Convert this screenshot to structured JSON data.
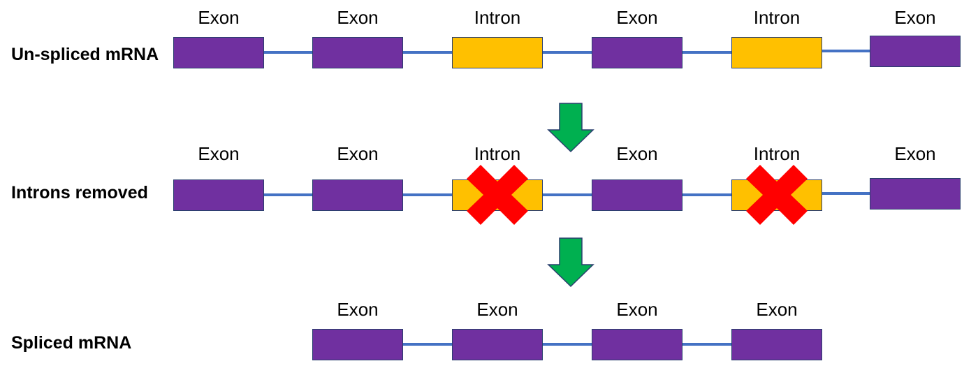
{
  "colors": {
    "exon": "#7030a0",
    "intron": "#ffc000",
    "connector": "#4472c4",
    "remove_mark": "#ff0000",
    "arrow": "#00b050"
  },
  "rows": [
    {
      "label": "Un-spliced mRNA",
      "segments": [
        {
          "type": "exon",
          "label": "Exon"
        },
        {
          "type": "exon",
          "label": "Exon"
        },
        {
          "type": "intron",
          "label": "Intron"
        },
        {
          "type": "exon",
          "label": "Exon"
        },
        {
          "type": "intron",
          "label": "Intron"
        },
        {
          "type": "exon",
          "label": "Exon"
        }
      ]
    },
    {
      "label": "Introns removed",
      "segments": [
        {
          "type": "exon",
          "label": "Exon"
        },
        {
          "type": "exon",
          "label": "Exon"
        },
        {
          "type": "intron",
          "label": "Intron",
          "removed": true
        },
        {
          "type": "exon",
          "label": "Exon"
        },
        {
          "type": "intron",
          "label": "Intron",
          "removed": true
        },
        {
          "type": "exon",
          "label": "Exon"
        }
      ]
    },
    {
      "label": "Spliced mRNA",
      "segments": [
        {
          "type": "exon",
          "label": "Exon"
        },
        {
          "type": "exon",
          "label": "Exon"
        },
        {
          "type": "exon",
          "label": "Exon"
        },
        {
          "type": "exon",
          "label": "Exon"
        }
      ]
    }
  ],
  "arrows": [
    {
      "icon": "down-arrow-icon"
    },
    {
      "icon": "down-arrow-icon"
    }
  ]
}
